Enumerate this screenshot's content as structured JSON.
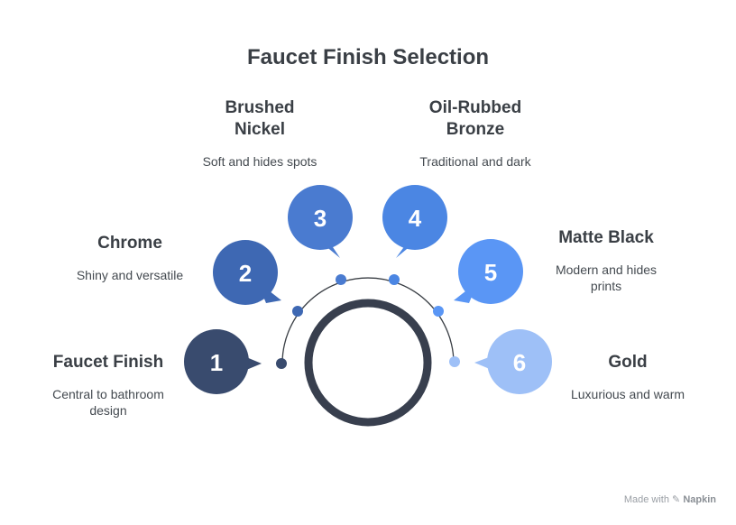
{
  "title": "Faucet Finish Selection",
  "footer": {
    "made_with": "Made with",
    "brand": "Napkin",
    "icon": "napkin-logo-icon"
  },
  "center": {
    "color": "#383f4e"
  },
  "items": [
    {
      "number": "1",
      "heading": "Faucet Finish",
      "description": "Central to bathroom design",
      "color": "#394b6e"
    },
    {
      "number": "2",
      "heading": "Chrome",
      "description": "Shiny and versatile",
      "color": "#3e68b3"
    },
    {
      "number": "3",
      "heading": "Brushed Nickel",
      "description": "Soft and hides spots",
      "color": "#4a7bd0"
    },
    {
      "number": "4",
      "heading": "Oil-Rubbed Bronze",
      "description": "Traditional and dark",
      "color": "#4b86e3"
    },
    {
      "number": "5",
      "heading": "Matte Black",
      "description": "Modern and hides prints",
      "color": "#5a96f5"
    },
    {
      "number": "6",
      "heading": "Gold",
      "description": "Luxurious and warm",
      "color": "#9ec0f7"
    }
  ]
}
